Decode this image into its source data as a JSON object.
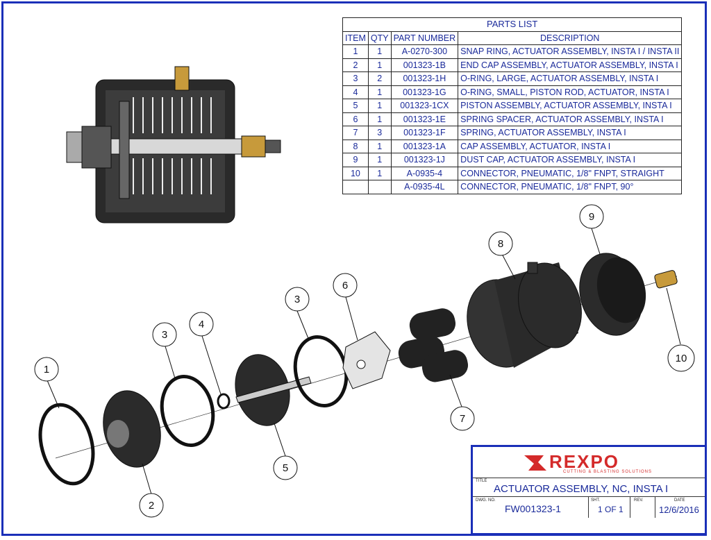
{
  "parts_list": {
    "title": "PARTS LIST",
    "headers": [
      "ITEM",
      "QTY",
      "PART NUMBER",
      "DESCRIPTION"
    ],
    "rows": [
      {
        "item": "1",
        "qty": "1",
        "part": "A-0270-300",
        "desc": "SNAP RING, ACTUATOR ASSEMBLY, INSTA I / INSTA II"
      },
      {
        "item": "2",
        "qty": "1",
        "part": "001323-1B",
        "desc": "END CAP ASSEMBLY, ACTUATOR ASSEMBLY, INSTA I"
      },
      {
        "item": "3",
        "qty": "2",
        "part": "001323-1H",
        "desc": "O-RING, LARGE, ACTUATOR ASSEMBLY, INSTA I"
      },
      {
        "item": "4",
        "qty": "1",
        "part": "001323-1G",
        "desc": "O-RING, SMALL, PISTON ROD, ACTUATOR, INSTA I"
      },
      {
        "item": "5",
        "qty": "1",
        "part": "001323-1CX",
        "desc": "PISTON ASSEMBLY, ACTUATOR ASSEMBLY, INSTA I"
      },
      {
        "item": "6",
        "qty": "1",
        "part": "001323-1E",
        "desc": "SPRING SPACER, ACTUATOR ASSEMBLY, INSTA I"
      },
      {
        "item": "7",
        "qty": "3",
        "part": "001323-1F",
        "desc": "SPRING, ACTUATOR ASSEMBLY, INSTA I"
      },
      {
        "item": "8",
        "qty": "1",
        "part": "001323-1A",
        "desc": "CAP ASSEMBLY, ACTUATOR, INSTA I"
      },
      {
        "item": "9",
        "qty": "1",
        "part": "001323-1J",
        "desc": "DUST CAP, ACTUATOR ASSEMBLY, INSTA I"
      },
      {
        "item": "10",
        "qty": "1",
        "part": "A-0935-4",
        "desc": "CONNECTOR, PNEUMATIC, 1/8\" FNPT, STRAIGHT"
      },
      {
        "item": "",
        "qty": "",
        "part": "A-0935-4L",
        "desc": "CONNECTOR, PNEUMATIC, 1/8\" FNPT, 90°"
      }
    ]
  },
  "callouts": [
    "1",
    "2",
    "3",
    "4",
    "5",
    "3",
    "6",
    "7",
    "8",
    "9",
    "10"
  ],
  "title_block": {
    "logo": "REXPO",
    "tagline": "CUTTING & BLASTING SOLUTIONS",
    "title_label": "TITLE",
    "title": "ACTUATOR ASSEMBLY, NC, INSTA I",
    "dwg_no_label": "DWG. NO.",
    "dwg_no": "FW001323-1",
    "sheet_label": "SHT.",
    "sheet": "1 OF 1",
    "rev_label": "REV.",
    "rev": "",
    "date_label": "DATE",
    "date": "12/6/2016"
  },
  "colors": {
    "border": "#1a2fb8",
    "text_blue": "#1a2a9a",
    "logo_red": "#d42a2a"
  }
}
